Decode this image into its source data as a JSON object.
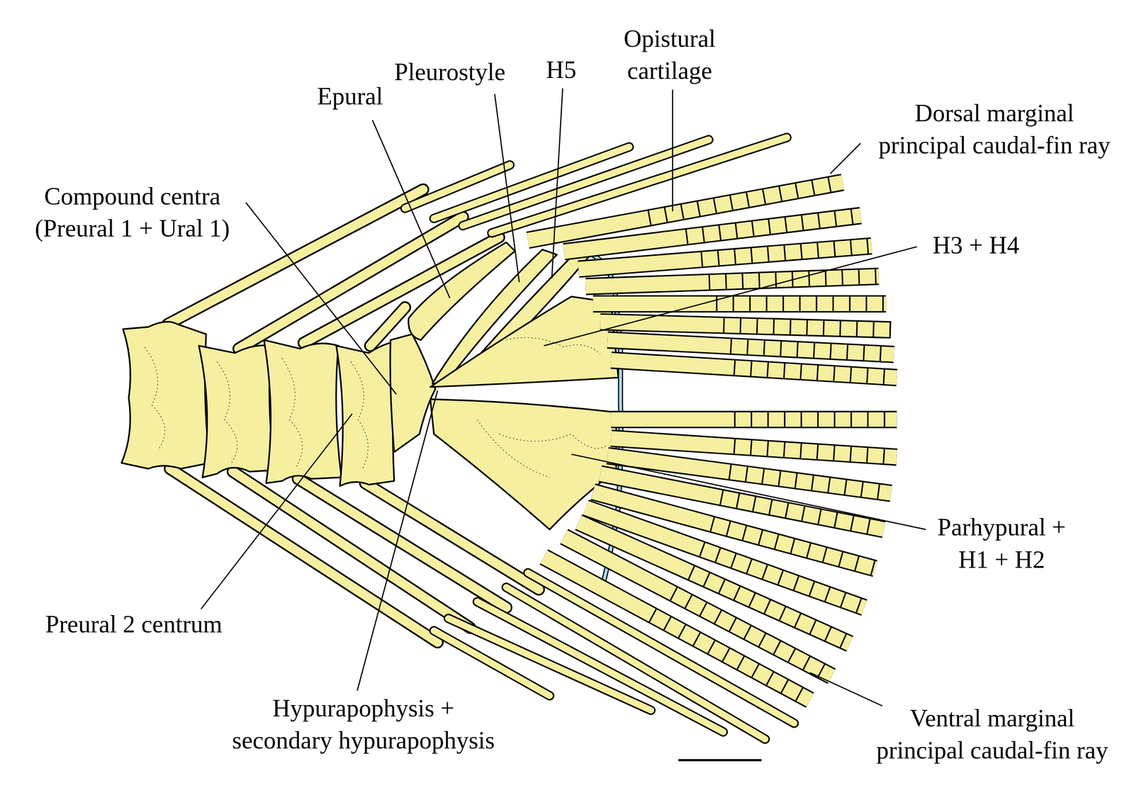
{
  "diagram": {
    "labels": [
      "Opistural cartilage",
      "Pleurostyle",
      "H5",
      "Epural",
      "Dorsal marginal principal caudal-fin ray",
      "Compound centra (Preural 1 + Ural 1)",
      "H3 + H4",
      "Parhypural + H1 + H2",
      "Preural 2 centrum",
      "Hypurapophysis + secondary hypurapophysis",
      "Ventral marginal principal caudal-fin ray"
    ]
  }
}
